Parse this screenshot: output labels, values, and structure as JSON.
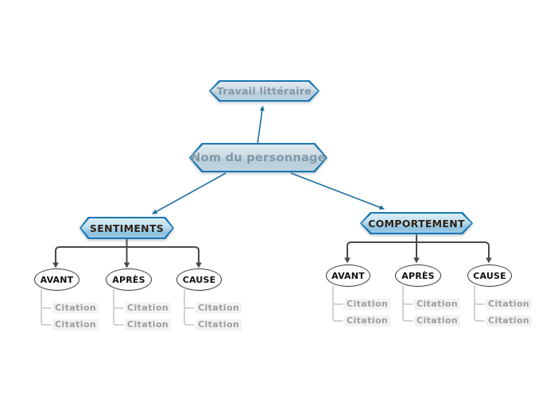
{
  "diagram": {
    "root": {
      "label": "Travail littéraire"
    },
    "main": {
      "label": "Nom du personnage"
    },
    "branches": [
      {
        "label": "SENTIMENTS",
        "children": [
          {
            "label": "AVANT",
            "citations": [
              "Citation",
              "Citation"
            ]
          },
          {
            "label": "APRÈS",
            "citations": [
              "Citation",
              "Citation"
            ]
          },
          {
            "label": "CAUSE",
            "citations": [
              "Citation",
              "Citation"
            ]
          }
        ]
      },
      {
        "label": "COMPORTEMENT",
        "children": [
          {
            "label": "AVANT",
            "citations": [
              "Citation",
              "Citation"
            ]
          },
          {
            "label": "APRÈS",
            "citations": [
              "Citation",
              "Citation"
            ]
          },
          {
            "label": "CAUSE",
            "citations": [
              "Citation",
              "Citation"
            ]
          }
        ]
      }
    ],
    "colors": {
      "node_border": "#1a77b4",
      "root_fill_top": "#e0e9ee",
      "root_fill_bottom": "#b6cedd",
      "root_text": "#8297a6",
      "branch_fill_top": "#dcedf7",
      "branch_fill_bottom": "#8fc2e0",
      "branch_text": "#2b2014",
      "connector_blue": "#1d6f9e",
      "connector_dark": "#4a4a4a",
      "citation_line": "#c4c4c4",
      "citation_text": "#9e9e9e",
      "background": "#ffffff"
    }
  }
}
